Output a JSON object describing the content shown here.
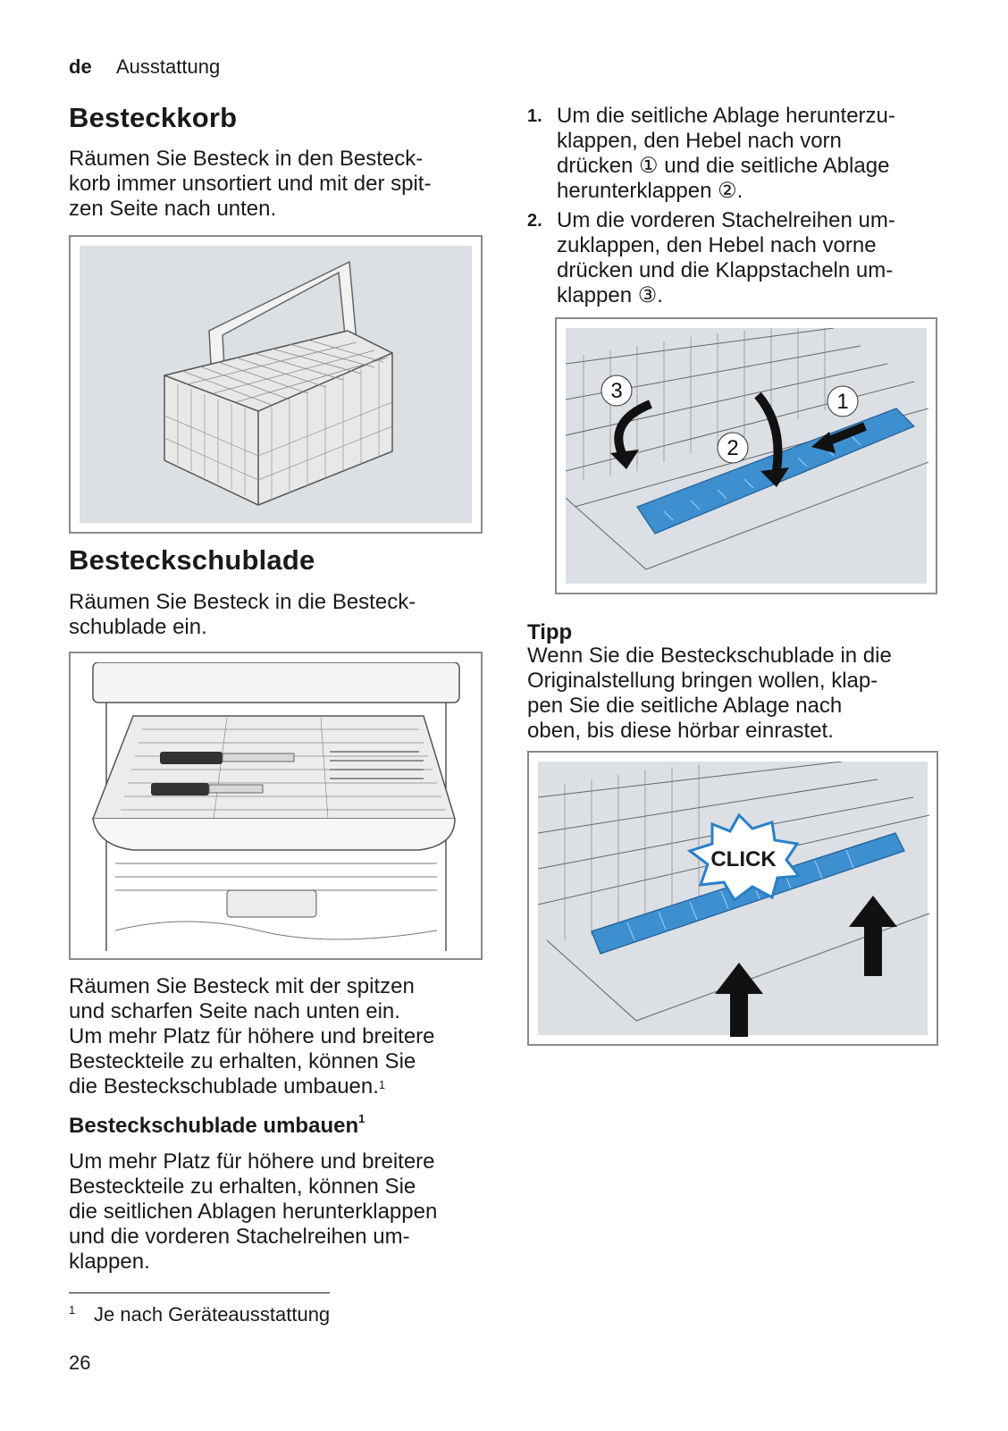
{
  "header": {
    "lang": "de",
    "section": "Ausstattung"
  },
  "left": {
    "h1_besteckkorb": "Besteckkorb",
    "p_besteckkorb": "Räumen Sie Besteck in den Besteck-\nkorb immer unsortiert und mit der spit-\nzen Seite nach unten.",
    "h1_schublade": "Besteckschublade",
    "p_schublade": "Räumen Sie Besteck in die Besteck-\nschublade ein.",
    "p_after_fig": "Räumen Sie Besteck mit der spitzen\nund scharfen Seite nach unten ein.\nUm mehr Platz für höhere und breitere\nBesteckteile zu erhalten, können Sie\ndie Besteckschublade umbauen.",
    "p_after_fig_sup": "1",
    "h3_umbauen": "Besteckschublade umbauen",
    "h3_umbauen_sup": "1",
    "p_umbauen": "Um mehr Platz für höhere und breitere\nBesteckteile zu erhalten, können Sie\ndie seitlichen Ablagen herunterklappen\nund die vorderen Stachelreihen um-\nklappen."
  },
  "right": {
    "steps": [
      {
        "num": "1.",
        "text": "Um die seitliche Ablage herunterzu-\nklappen, den Hebel nach vorn\ndrücken ① und die seitliche Ablage\nherunterklappen ②."
      },
      {
        "num": "2.",
        "text": "Um die vorderen Stachelreihen um-\nzuklappen, den Hebel nach vorne\ndrücken und die Klappstacheln um-\nklappen ③."
      }
    ],
    "fig3_labels": {
      "l1": "1",
      "l2": "2",
      "l3": "3"
    },
    "tipp_title": "Tipp",
    "tipp_text": "Wenn Sie die Besteckschublade in die\nOriginalstellung bringen wollen, klap-\npen Sie die seitliche Ablage nach\noben, bis diese hörbar einrastet.",
    "fig4_click": "CLICK"
  },
  "footnote": {
    "mark": "1",
    "text": "Je nach Geräteausstattung"
  },
  "page_number": "26"
}
